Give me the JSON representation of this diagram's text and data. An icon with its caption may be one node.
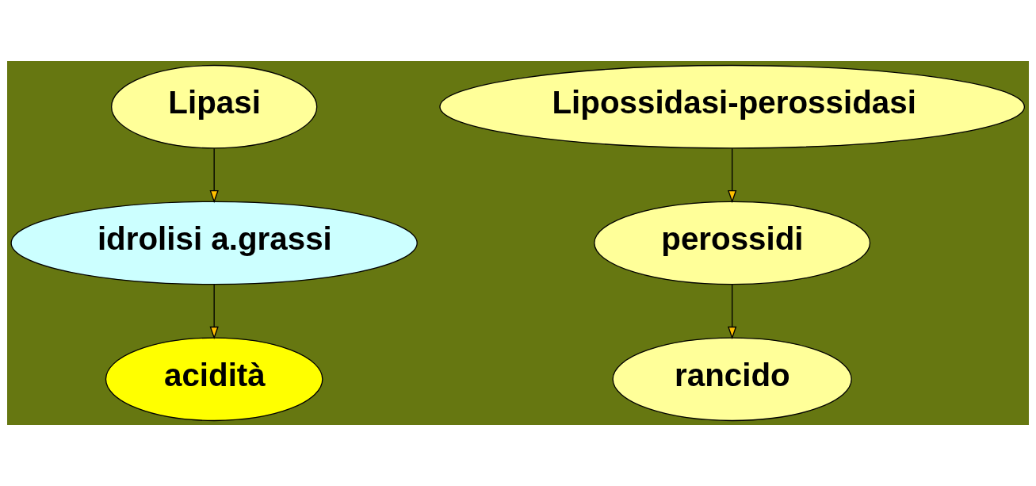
{
  "diagram": {
    "nodes": [
      {
        "text": [
          "Lipasi"
        ]
      },
      {
        "text": [
          "idrolisi a.grassi"
        ]
      },
      {
        "text": [
          "acidità"
        ]
      },
      {
        "text": [
          "Lipossidasi-perossidasi"
        ]
      },
      {
        "text": [
          "perossidi"
        ]
      },
      {
        "text": [
          "rancido"
        ]
      }
    ],
    "edges": [
      {
        "from": 0,
        "to": 1,
        "arrow": "to"
      },
      {
        "from": 1,
        "to": 2,
        "arrow": "to"
      },
      {
        "from": 3,
        "to": 4,
        "arrow": "to"
      },
      {
        "from": 4,
        "to": 5,
        "arrow": "to"
      }
    ]
  }
}
